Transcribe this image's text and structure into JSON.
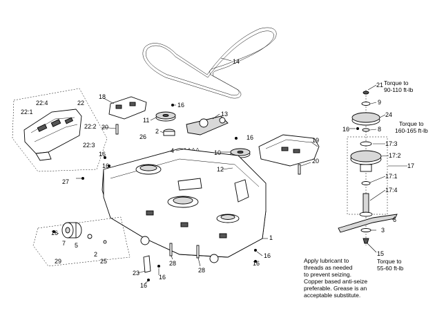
{
  "callouts": {
    "c14": "14",
    "c21": "21",
    "c9": "9",
    "c24": "24",
    "c8": "8",
    "c16_8": "16",
    "c17_3": "17:3",
    "c17_2": "17:2",
    "c17": "17",
    "c17_1": "17:1",
    "c17_4": "17:4",
    "c6": "6",
    "c3": "3",
    "c15": "15",
    "c18": "18",
    "c16_a": "16",
    "c13": "13",
    "c11": "11",
    "c2_a": "2",
    "c16_b": "16",
    "c4": "4",
    "c10": "10",
    "c12": "12",
    "c19": "19",
    "c20_r": "20",
    "c22_4": "22:4",
    "c22": "22",
    "c22_1": "22:1",
    "c22_2": "22:2",
    "c22_3": "22:3",
    "c20_l": "20",
    "c26": "26",
    "c16_c": "16",
    "c16_d": "16",
    "c27": "27",
    "c1": "1",
    "c16_e": "16",
    "c7": "7",
    "c5": "5",
    "c2_b": "2",
    "c25": "25",
    "c29": "29",
    "c23": "23",
    "c28_a": "28",
    "c28_b": "28",
    "c16_f": "16",
    "c16_g": "16",
    "c16_h": "16",
    "c16_i": "16"
  },
  "notes": {
    "torque_upper": [
      "Torque to",
      "90-110 ft-lb"
    ],
    "torque_middle": [
      "Torque to",
      "160-165 ft-lb"
    ],
    "torque_lower": [
      "Torque to",
      "55-60 ft-lb"
    ],
    "lubricant": [
      "Apply lubricant to",
      "threads as needed",
      "to prevent seizing.",
      "Copper based anti-seize",
      "preferable. Grease is an",
      "acceptable substitute."
    ]
  }
}
